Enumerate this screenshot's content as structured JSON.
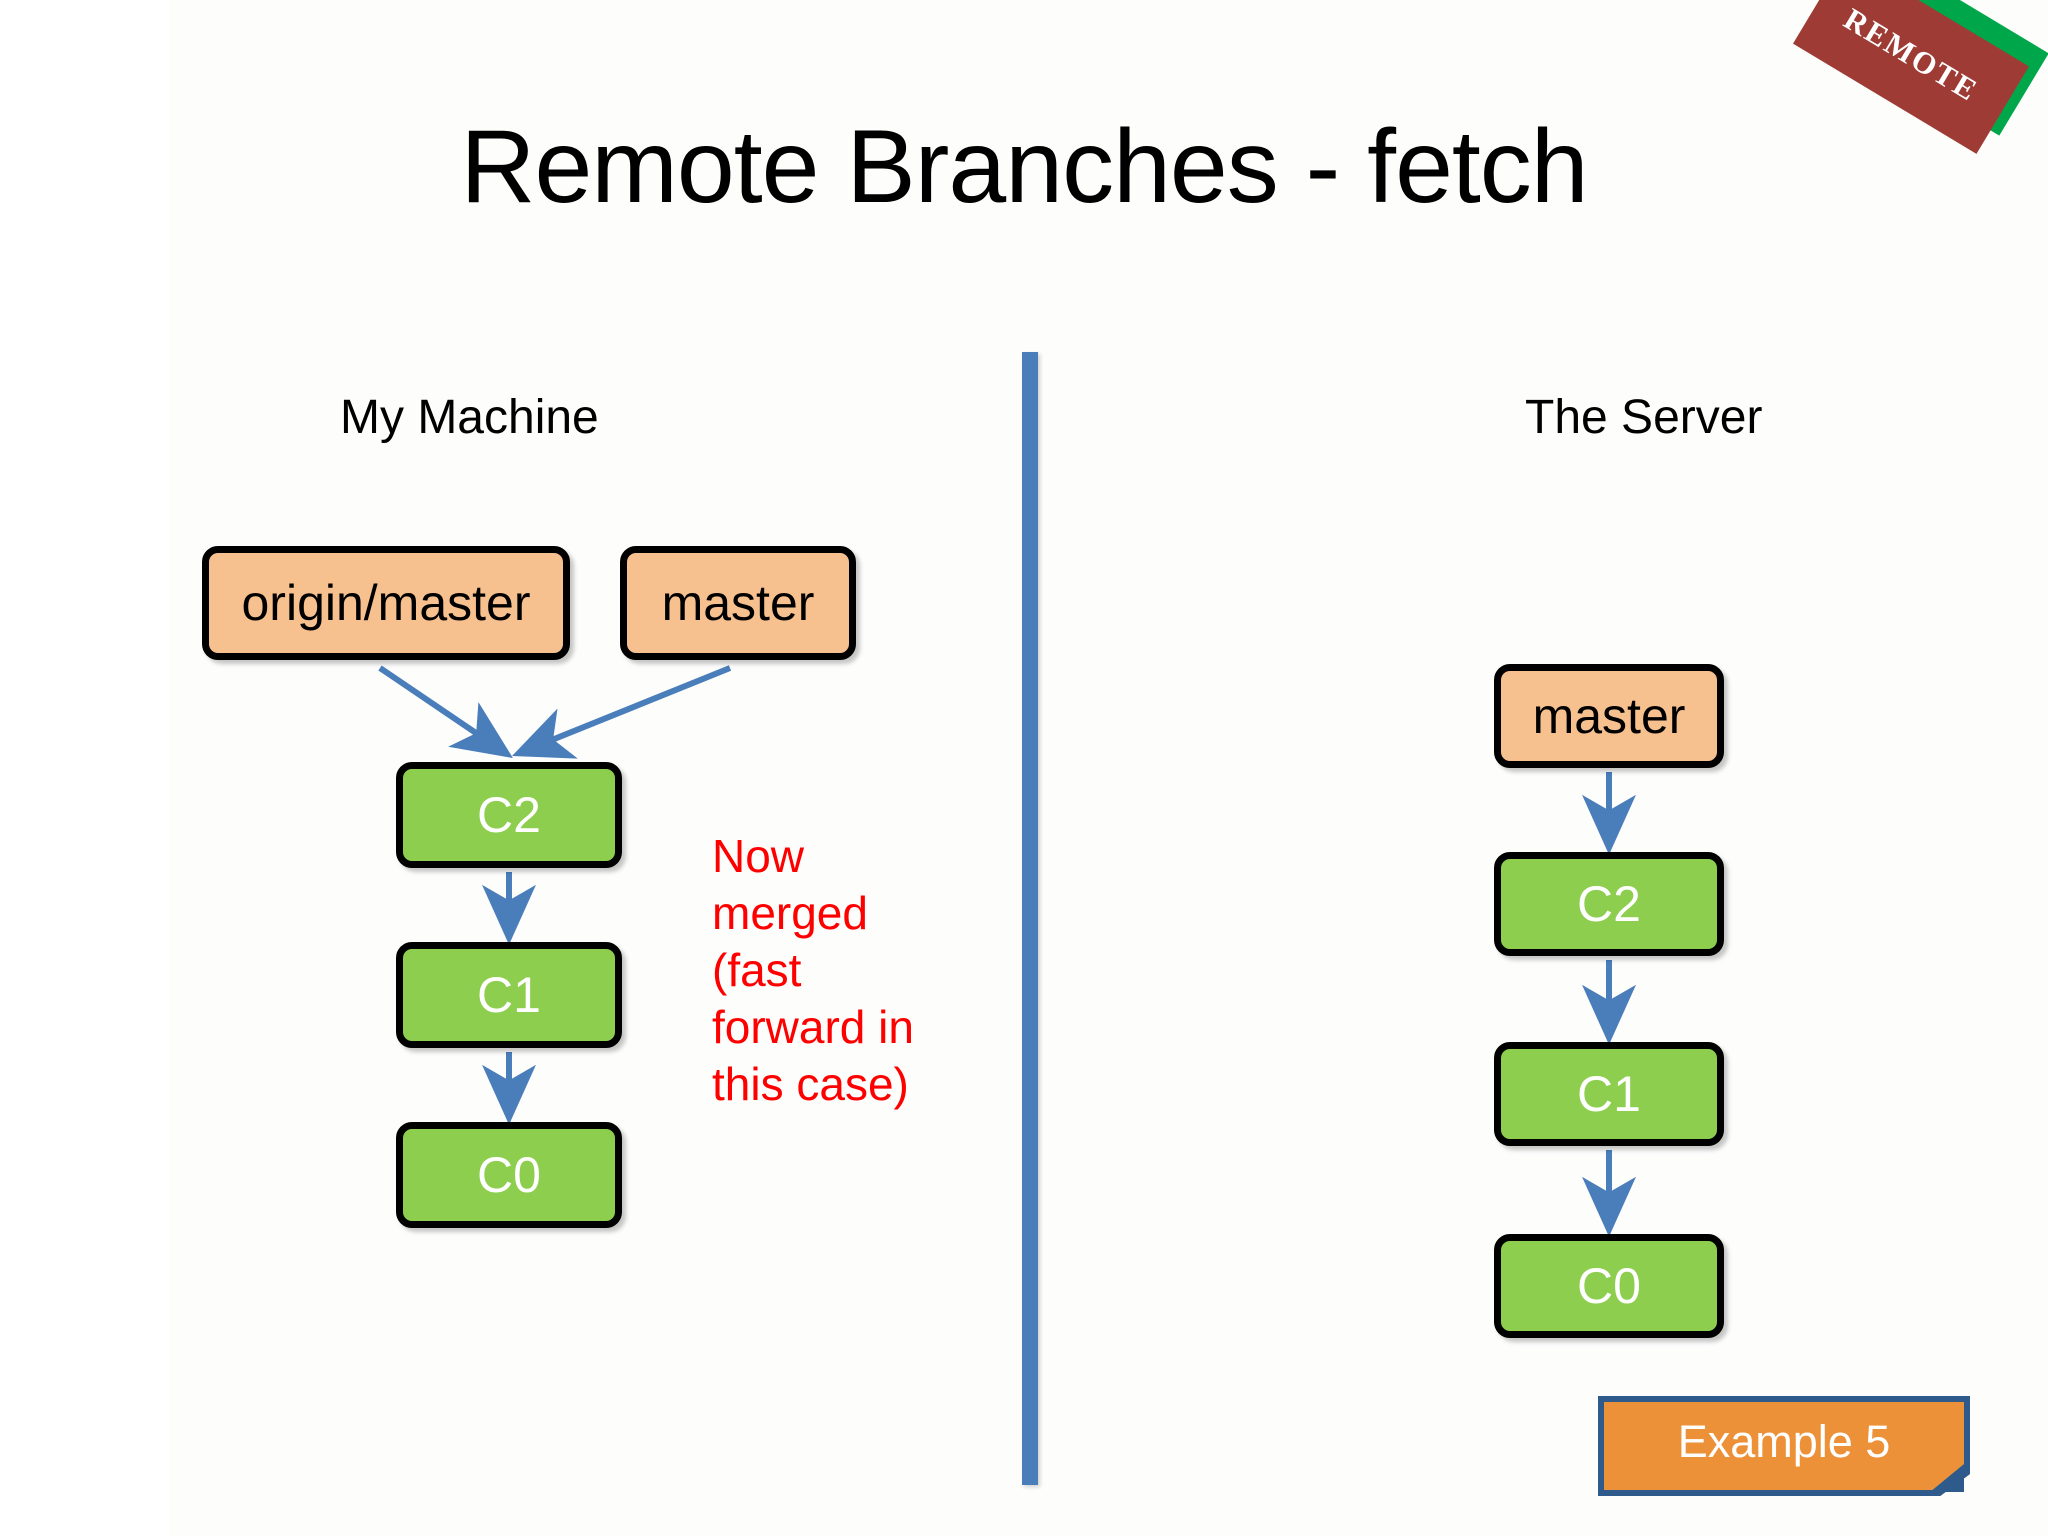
{
  "slide": {
    "title": "Remote Branches - fetch",
    "background_color": "#ffffff"
  },
  "stamp": {
    "label": "REMOTE",
    "red_color": "#9E3B35",
    "green_color": "#00A74A",
    "text_color": "#ffffff"
  },
  "columns": {
    "left_header": "My Machine",
    "right_header": "The Server"
  },
  "divider": {
    "color": "#4A7EBB"
  },
  "palette": {
    "branch_fill": "#F7C08F",
    "commit_fill": "#8DCE4E",
    "commit_text": "#ffffff",
    "node_border": "#000000",
    "arrow_color": "#4A7EBB",
    "annotation_color": "#FF0000",
    "badge_fill": "#ED9139",
    "badge_border": "#2E5B8C"
  },
  "my_machine": {
    "branches": [
      {
        "id": "origin-master",
        "label": "origin/master"
      },
      {
        "id": "master",
        "label": "master"
      }
    ],
    "commits": [
      {
        "id": "c2",
        "label": "C2"
      },
      {
        "id": "c1",
        "label": "C1"
      },
      {
        "id": "c0",
        "label": "C0"
      }
    ]
  },
  "the_server": {
    "branches": [
      {
        "id": "master",
        "label": "master"
      }
    ],
    "commits": [
      {
        "id": "c2",
        "label": "C2"
      },
      {
        "id": "c1",
        "label": "C1"
      },
      {
        "id": "c0",
        "label": "C0"
      }
    ]
  },
  "annotation": {
    "text": "Now merged (fast forward in this case)"
  },
  "badge": {
    "label": "Example 5"
  }
}
